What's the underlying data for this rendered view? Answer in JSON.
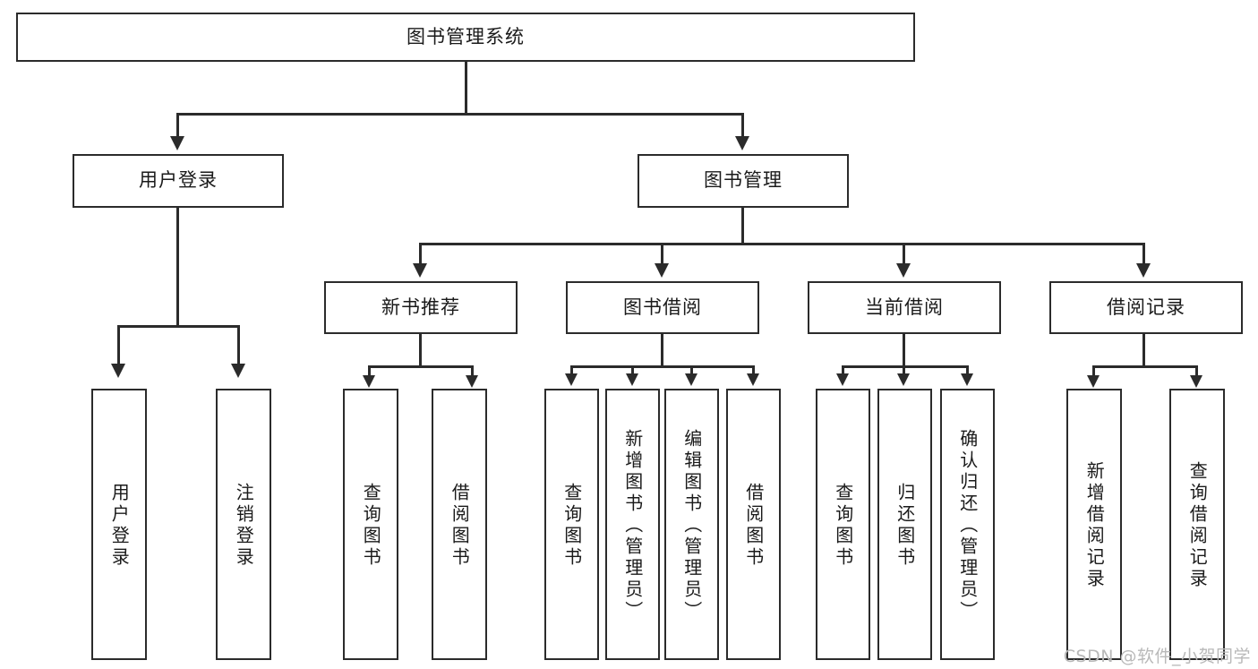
{
  "diagram": {
    "title": "图书管理系统",
    "type": "tree",
    "root": {
      "label": "图书管理系统"
    },
    "level2": [
      {
        "id": "user-login",
        "label": "用户登录"
      },
      {
        "id": "book-manage",
        "label": "图书管理"
      }
    ],
    "level3": [
      {
        "id": "new-book-recommend",
        "label": "新书推荐",
        "parent": "book-manage"
      },
      {
        "id": "book-borrow",
        "label": "图书借阅",
        "parent": "book-manage"
      },
      {
        "id": "current-borrow",
        "label": "当前借阅",
        "parent": "book-manage"
      },
      {
        "id": "borrow-record",
        "label": "借阅记录",
        "parent": "book-manage"
      }
    ],
    "leaves": [
      {
        "id": "leaf-user-login",
        "label": "用户登录",
        "parent": "user-login"
      },
      {
        "id": "leaf-logout",
        "label": "注销登录",
        "parent": "user-login"
      },
      {
        "id": "leaf-query-book-1",
        "label": "查询图书",
        "parent": "new-book-recommend"
      },
      {
        "id": "leaf-borrow-book-1",
        "label": "借阅图书",
        "parent": "new-book-recommend"
      },
      {
        "id": "leaf-query-book-2",
        "label": "查询图书",
        "parent": "book-borrow"
      },
      {
        "id": "leaf-add-book",
        "label": "新增图书（管理员）",
        "parent": "book-borrow"
      },
      {
        "id": "leaf-edit-book",
        "label": "编辑图书（管理员）",
        "parent": "book-borrow"
      },
      {
        "id": "leaf-borrow-book-2",
        "label": "借阅图书",
        "parent": "book-borrow"
      },
      {
        "id": "leaf-query-book-3",
        "label": "查询图书",
        "parent": "current-borrow"
      },
      {
        "id": "leaf-return-book",
        "label": "归还图书",
        "parent": "current-borrow"
      },
      {
        "id": "leaf-confirm-return",
        "label": "确认归还（管理员）",
        "parent": "current-borrow"
      },
      {
        "id": "leaf-add-record",
        "label": "新增借阅记录",
        "parent": "borrow-record"
      },
      {
        "id": "leaf-query-record",
        "label": "查询借阅记录",
        "parent": "borrow-record"
      }
    ]
  },
  "watermark": {
    "text": "CSDN @软件_小贺同学"
  },
  "colors": {
    "stroke": "#2b2b2b",
    "background": "#ffffff",
    "text": "#1a1a1a",
    "watermark": "#b9b9b9"
  }
}
